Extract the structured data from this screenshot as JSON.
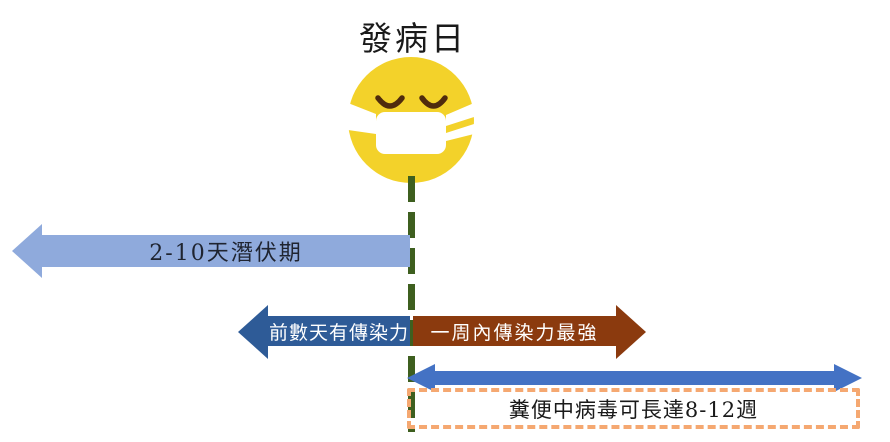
{
  "title": "發病日",
  "face": {
    "type": "masked-face-emoji",
    "face_color": "#F3D22A",
    "eye_color": "#4F2B0D",
    "mask_color": "#FFFFFF"
  },
  "timeline": {
    "axis_color": "#3E5F1F",
    "axis_style": "dashed-vertical"
  },
  "arrows": {
    "incubation": {
      "label": "2-10天潛伏期",
      "direction": "left",
      "color": "#8FAADC",
      "text_color": "#1F2430"
    },
    "pre_symptomatic": {
      "label": "前數天有傳染力",
      "direction": "left",
      "color": "#2E5B97",
      "text_color": "#FFFFFF"
    },
    "first_week": {
      "label": "一周內傳染力最強",
      "direction": "right",
      "color": "#8B3A0E",
      "text_color": "#FFFFFF"
    },
    "fecal_shedding": {
      "label": "糞便中病毒可長達8-12週",
      "direction": "both",
      "arrow_color": "#4472C4",
      "box_border_color": "#F5A871",
      "text_color": "#1A1A1A"
    }
  }
}
